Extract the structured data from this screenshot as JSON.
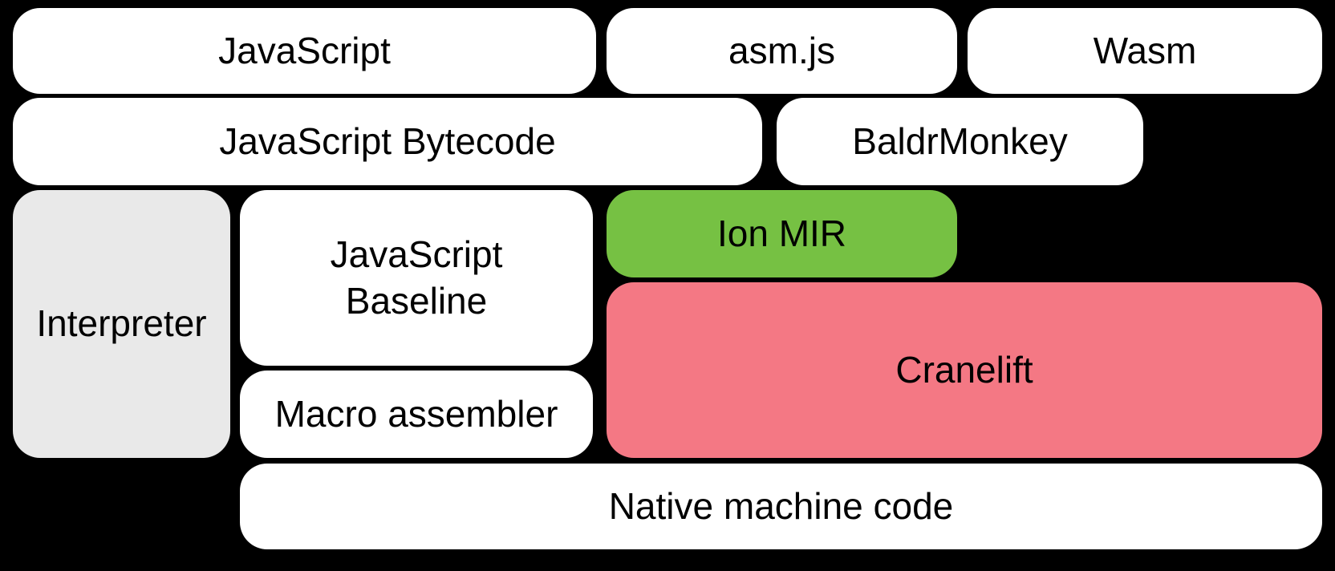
{
  "diagram": {
    "background": "#000000",
    "text_color": "#000000",
    "colors": {
      "default_box": "#ffffff",
      "interpreter_box": "#e9e9e9",
      "ion_mir_box": "#76c143",
      "cranelift_box": "#f47884"
    },
    "nodes": {
      "javascript": {
        "label": "JavaScript"
      },
      "asmjs": {
        "label": "asm.js"
      },
      "wasm": {
        "label": "Wasm"
      },
      "javascript_bytecode": {
        "label": "JavaScript Bytecode"
      },
      "baldrmonkey": {
        "label": "BaldrMonkey"
      },
      "interpreter": {
        "label": "Interpreter"
      },
      "javascript_baseline": {
        "label": "JavaScript Baseline"
      },
      "ion_mir": {
        "label": "Ion MIR"
      },
      "cranelift": {
        "label": "Cranelift"
      },
      "macro_assembler": {
        "label": "Macro assembler"
      },
      "native_machine_code": {
        "label": "Native machine code"
      }
    }
  }
}
